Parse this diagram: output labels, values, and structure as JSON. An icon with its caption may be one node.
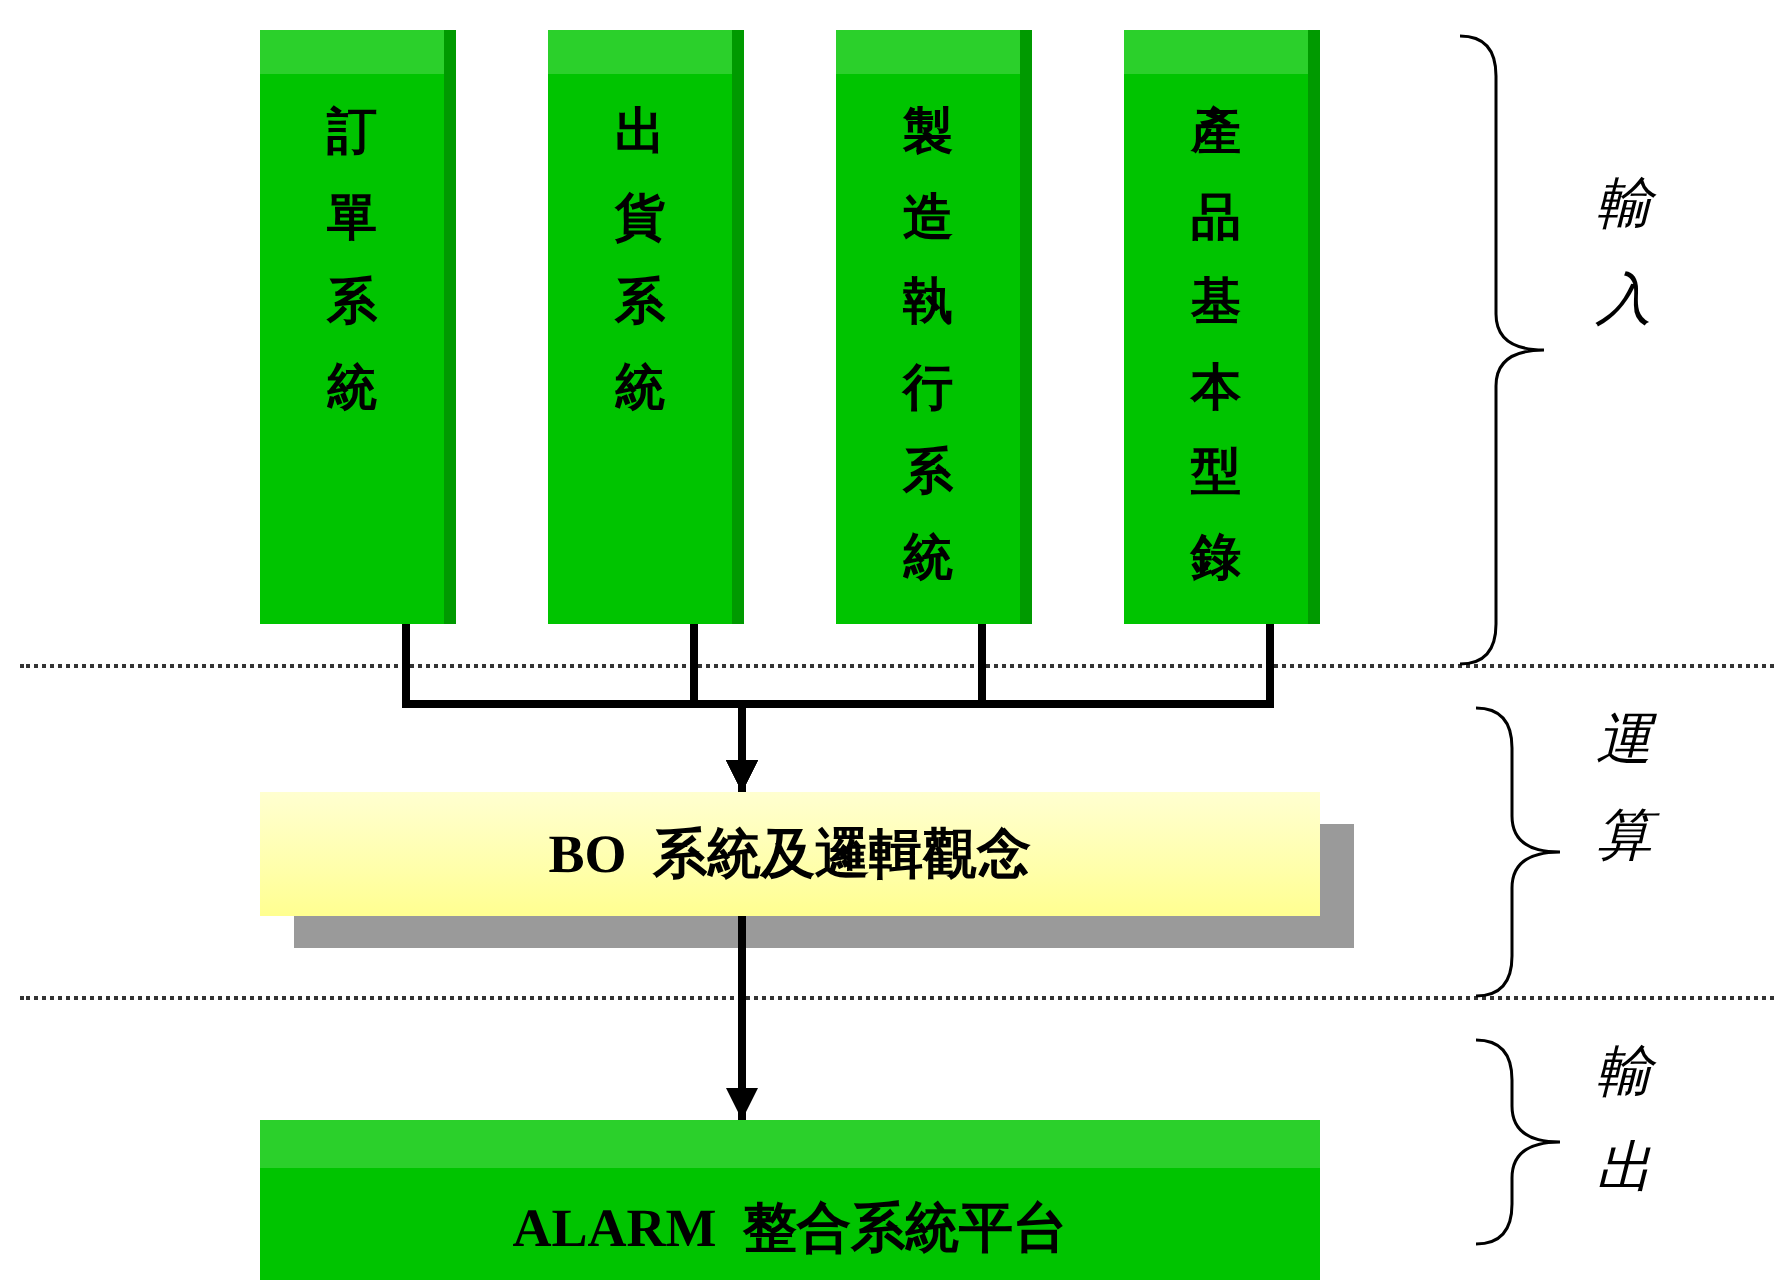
{
  "diagram": {
    "nodes": [
      {
        "text": [
          "訂單系統"
        ]
      },
      {
        "text": [
          "出貨系統"
        ]
      },
      {
        "text": [
          "製造執行系統"
        ]
      },
      {
        "text": [
          "產品基本型錄"
        ]
      },
      {
        "text": [
          "BO  系統及邏輯觀念"
        ]
      },
      {
        "text": [
          "ALARM  整合系統平台"
        ]
      }
    ],
    "edges": [
      {
        "from": 0,
        "to": 4,
        "arrow": "to"
      },
      {
        "from": 1,
        "to": 4,
        "arrow": "to"
      },
      {
        "from": 2,
        "to": 4,
        "arrow": "to"
      },
      {
        "from": 3,
        "to": 4,
        "arrow": "to"
      },
      {
        "from": 4,
        "to": 5,
        "arrow": "to"
      }
    ],
    "labels": [
      "輸入",
      "運算",
      "輸出"
    ]
  }
}
